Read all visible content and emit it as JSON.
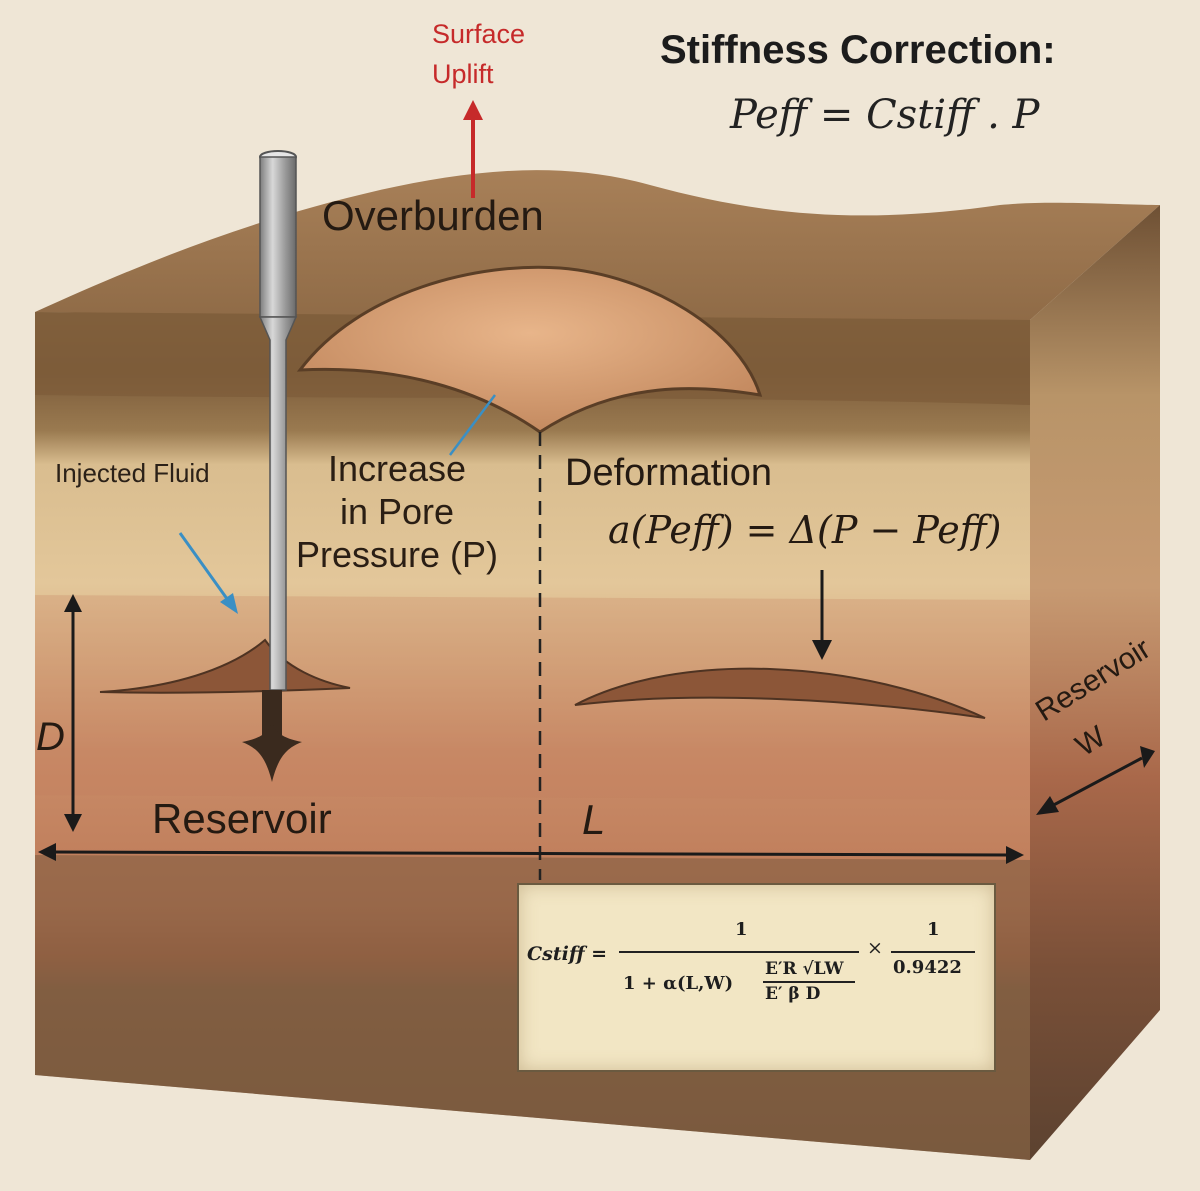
{
  "title": "Stiffness Correction:",
  "title_equation": "Peff  =  Cstiff . P",
  "surface_uplift": [
    "Surface",
    "Uplift"
  ],
  "overburden": "Overburden",
  "injected_fluid": "Injected Fluid",
  "pore_pressure": [
    "Increase",
    "in Pore",
    "Pressure (P)"
  ],
  "deformation_title": "Deformation",
  "deformation_equation": "a(Peff) = Δ(P − Peff)",
  "reservoir_label": "Reservoir",
  "depth_label": "D",
  "length_label": "L",
  "side_reservoir_label": "Reservoir",
  "side_width_label": "W",
  "formula": {
    "lhs": "Cstiff =",
    "numerator_1": "1",
    "denominator_1": "1 + α(L,W)",
    "ratio_top": "E′R √LW",
    "ratio_bottom": "E′  β D",
    "times": "×",
    "numerator_2": "1",
    "denominator_2": "0.9422"
  },
  "colors": {
    "uplift_arrow": "#c62a2a",
    "injection_arrow": "#3a8fc4",
    "formula_box": "#f2e6c4"
  }
}
